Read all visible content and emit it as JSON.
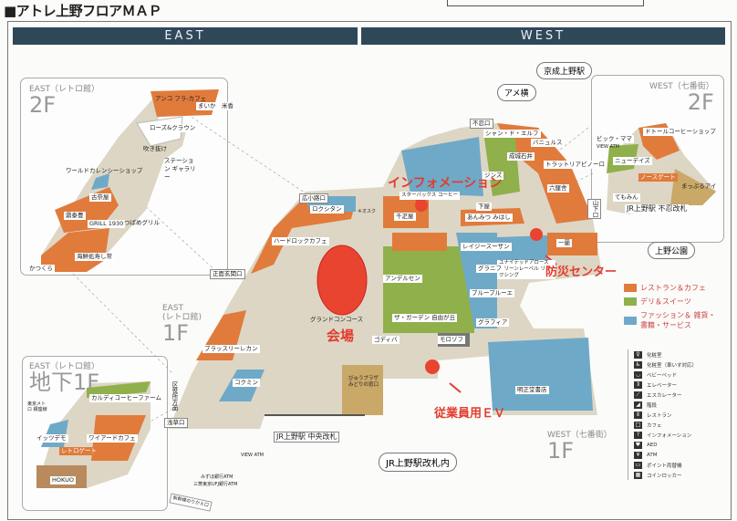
{
  "title": "■アトレ上野フロアＭＡＰ",
  "headers": {
    "east": "EAST",
    "west": "WEST"
  },
  "colors": {
    "restaurant": "#e07b3c",
    "deli": "#8fb04a",
    "fashion": "#6fa9c8",
    "floor": "#ddd6c4",
    "header": "#2f4858",
    "marker": "#e23b2e"
  },
  "east_2f": {
    "zone": "EAST（レトロ館）",
    "floor": "2F",
    "shops": [
      "アンコ フラ-カフェ",
      "まいか　米香",
      "ローズ&クラウン",
      "吹き抜け",
      "ステーション ギャラリー",
      "ワールドカレンシーショップ",
      "古奈屋",
      "鼎泰豊",
      "GRILL 1930",
      "つばめグリル",
      "海鮮処寿し常",
      "かつくら"
    ]
  },
  "east_b1f": {
    "zone": "EAST（レトロ館）",
    "floor": "地下1F",
    "shops": [
      "カルディコーヒーファーム",
      "東京メトロ 銀座線",
      "イッツデモ",
      "ワイアードカフェ",
      "レトロゲート",
      "HOKUO"
    ]
  },
  "west_2f": {
    "zone": "WEST（七番街）",
    "floor": "2F",
    "shops": [
      "ドトールコーヒーショップ",
      "ビック・ママ",
      "VIEW ATM",
      "ニューデイズ",
      "ノースゲート",
      "てもみん",
      "まっぷるアイ",
      "JR上野駅 不忍改札"
    ]
  },
  "main_1f": {
    "east_zone": "EAST",
    "east_sub": "(レトロ館)",
    "east_floor": "1F",
    "west_zone": "WEST（七番街）",
    "west_floor": "1F",
    "places": [
      "京成上野駅",
      "アメ横",
      "上野公園",
      "JR上野駅改札内"
    ],
    "exits": [
      "不忍口",
      "広小路口",
      "正面玄関口",
      "浅草口",
      "山下口",
      "区役所方面"
    ],
    "shops": [
      "シャン・ド・エルフ",
      "バニュルス",
      "成城石井",
      "トラットリアピノーロ",
      "ジンズ",
      "六厘舎",
      "スターバックス コーヒー",
      "下屋",
      "千疋屋",
      "あんみつ みはし",
      "一蘭",
      "ユナイテッドアローズ グリーンレーベル リラクシング",
      "レイジースーザン",
      "グラニフ",
      "アンデルセン",
      "ブルーブルーエ",
      "ザ・ガーデン 自由が丘",
      "グラフィア",
      "ゴディバ",
      "モロゾフ",
      "明正堂書店",
      "ロクシタン",
      "ハードロックカフェ",
      "ブラッスリーレカン",
      "コクミン",
      "グランドコンコース",
      "びゅうプラザ みどりの窓口",
      "キオスク",
      "VIEW ATM",
      "みずほ銀行ATM",
      "三菱東京UFJ銀行ATM",
      "新幹線のりかえ口"
    ],
    "gate": "JR上野駅 中央改札"
  },
  "annotations": {
    "venue": "会場",
    "info": "インフォメーション",
    "disaster": "防災センター",
    "staff_ev": "従業員用ＥＶ"
  },
  "legend": {
    "categories": [
      {
        "label": "レストラン＆カフェ",
        "color": "#e07b3c"
      },
      {
        "label": "デリ＆スイーツ",
        "color": "#8fb04a"
      },
      {
        "label": "ファッション＆ 雑貨・書籍・サービス",
        "color": "#6fa9c8"
      }
    ],
    "icons": [
      {
        "icon": "restroom-icon",
        "glyph": "♀",
        "label": "化粧室"
      },
      {
        "icon": "accessible-restroom-icon",
        "glyph": "♿",
        "label": "化粧室（車いす対応）"
      },
      {
        "icon": "baby-bed-icon",
        "glyph": "◡",
        "label": "ベビーベッド"
      },
      {
        "icon": "elevator-icon",
        "glyph": "⇕",
        "label": "エレベーター"
      },
      {
        "icon": "escalator-icon",
        "glyph": "⟋",
        "label": "エスカレーター"
      },
      {
        "icon": "stairs-icon",
        "glyph": "◢",
        "label": "階段"
      },
      {
        "icon": "restaurant-icon",
        "glyph": "Ⅱ",
        "label": "レストラン"
      },
      {
        "icon": "cafe-icon",
        "glyph": "□",
        "label": "カフェ"
      },
      {
        "icon": "information-icon",
        "glyph": "?",
        "label": "インフォメーション"
      },
      {
        "icon": "aed-icon",
        "glyph": "♥",
        "label": "AED"
      },
      {
        "icon": "atm-icon",
        "glyph": "¥",
        "label": "ATM"
      },
      {
        "icon": "point-exchange-icon",
        "glyph": "▭",
        "label": "ポイント両替機"
      },
      {
        "icon": "coin-locker-icon",
        "glyph": "▦",
        "label": "コインロッカー"
      }
    ]
  }
}
